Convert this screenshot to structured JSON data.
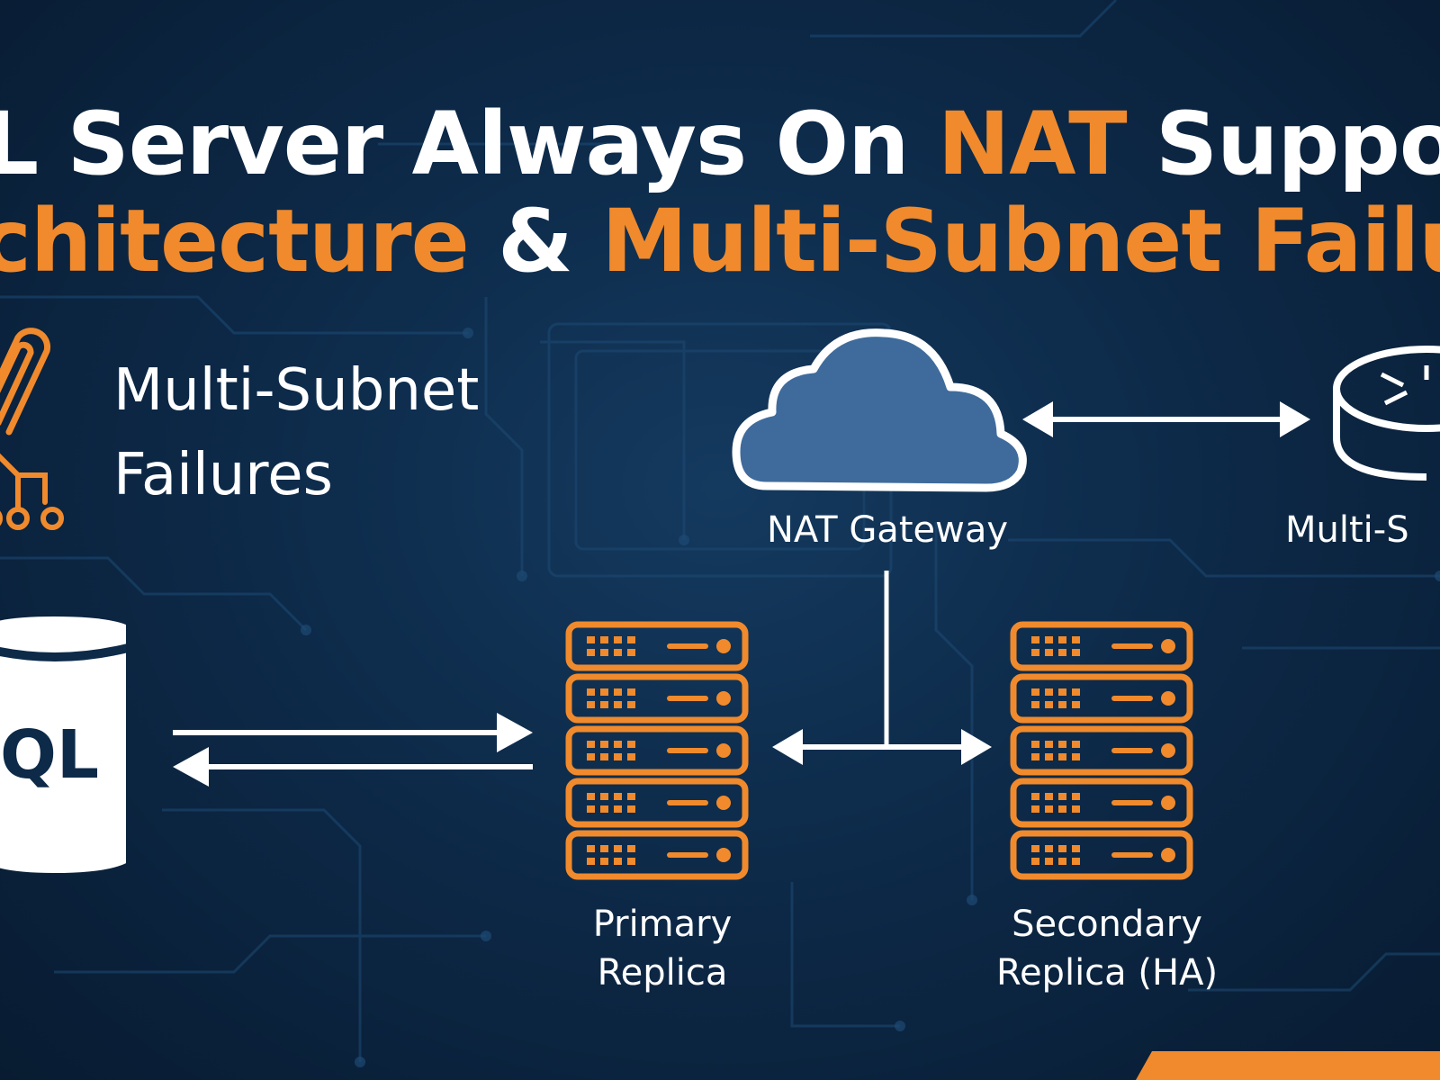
{
  "title": {
    "line1": {
      "white_a": "L Server Always On ",
      "orange": "NAT",
      "white_b": " Suppo"
    },
    "line2": {
      "orange_a": "chitecture",
      "white": " & ",
      "orange_b": "Multi-Subnet Failu"
    }
  },
  "subhead": {
    "line1": "Multi-Subnet",
    "line2": "Failures"
  },
  "database": {
    "label": "QL"
  },
  "nodes": {
    "nat_gateway": "NAT Gateway",
    "router": "Multi-S",
    "primary": {
      "line1": "Primary",
      "line2": "Replica"
    },
    "secondary": {
      "line1": "Secondary",
      "line2": "Replica (HA)"
    }
  },
  "icons": [
    "paperclip-icon",
    "network-tree-icon",
    "cloud-icon",
    "router-icon",
    "database-icon",
    "server-rack-icon"
  ],
  "colors": {
    "accent": "#f08a2c",
    "background": "#0d2a49",
    "cloud_fill": "#3f6b9c",
    "text": "#ffffff"
  }
}
